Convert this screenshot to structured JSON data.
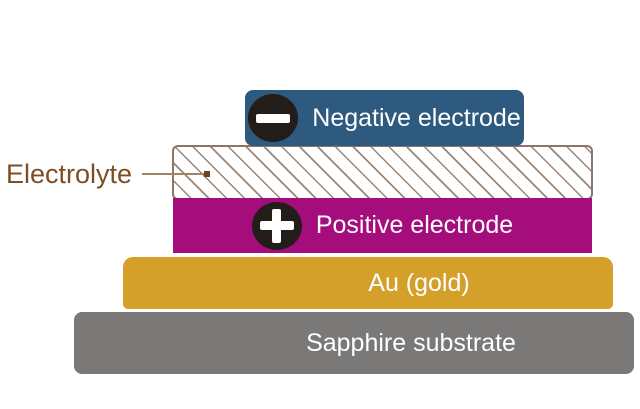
{
  "diagram": {
    "type": "layer-stack-schematic",
    "labels": {
      "negative": "Negative electrode",
      "electrolyte": "Electrolyte",
      "positive": "Positive electrode",
      "gold": "Au (gold)",
      "substrate": "Sapphire substrate"
    },
    "icons": {
      "negative": "minus-icon",
      "positive": "plus-icon"
    },
    "colors": {
      "negative_layer": "#2d5a7e",
      "electrolyte_hatch": "#9a8577",
      "electrolyte_border": "#8d7668",
      "positive_layer": "#a50c7c",
      "gold_layer": "#d4a02a",
      "substrate_layer": "#7b7878",
      "icon_circle": "#221d19",
      "callout_text": "#7d4e24",
      "background": "#ffffff"
    }
  }
}
